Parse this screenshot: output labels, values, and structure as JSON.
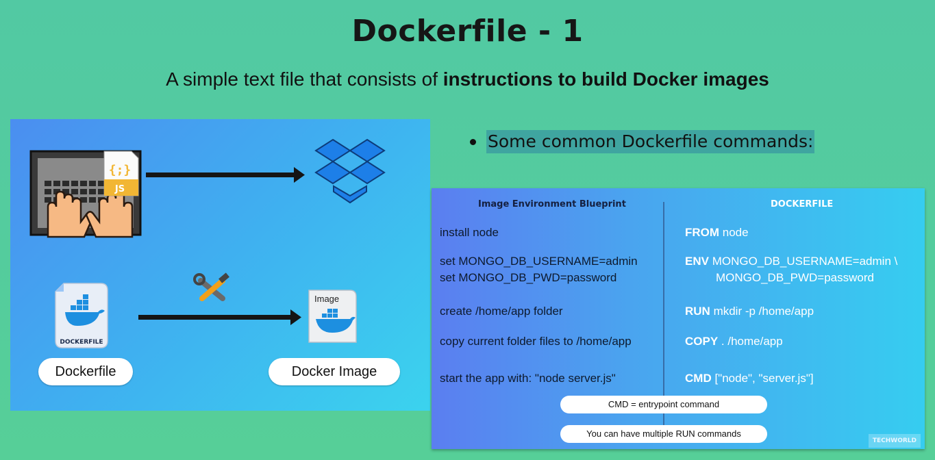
{
  "title": "Dockerfile - 1",
  "subtitle": {
    "prefix": "A simple text file that consists of ",
    "bold": "instructions to build Docker images"
  },
  "illustration": {
    "js_badge": "JS",
    "js_braces": "{;}",
    "dockerfile_icon_label": "DOCKERFILE",
    "image_icon_label": "Image",
    "dockerfile_pill": "Dockerfile",
    "docker_image_pill": "Docker Image"
  },
  "bullet": "Some common Dockerfile commands:",
  "table": {
    "header_left": "Image Environment Blueprint",
    "header_right": "DOCKERFILE",
    "left_rows": [
      "install node",
      "set MONGO_DB_USERNAME=admin",
      "set MONGO_DB_PWD=password",
      "create /home/app folder",
      "copy current folder files to /home/app",
      "start the app with: \"node server.js\""
    ],
    "right_rows": [
      {
        "kw": "FROM",
        "rest": " node"
      },
      {
        "kw": "ENV",
        "rest": " MONGO_DB_USERNAME=admin \\"
      },
      {
        "kw": "",
        "rest": "MONGO_DB_PWD=password"
      },
      {
        "kw": "RUN",
        "rest": " mkdir -p /home/app"
      },
      {
        "kw": "COPY",
        "rest": " .  /home/app"
      },
      {
        "kw": "CMD",
        "rest": " [\"node\", \"server.js\"]"
      }
    ],
    "note1": "CMD = entrypoint command",
    "note2": "You can have multiple RUN commands",
    "watermark": "TECHWORLD"
  },
  "colors": {
    "background": "#55cc9e",
    "panel_blue": "#4b8ef0",
    "panel_cyan": "#3bd3ee",
    "highlight": "#3fa5a0",
    "docker_blue": "#1d8fe0",
    "dropbox_blue": "#1d7fe8"
  }
}
